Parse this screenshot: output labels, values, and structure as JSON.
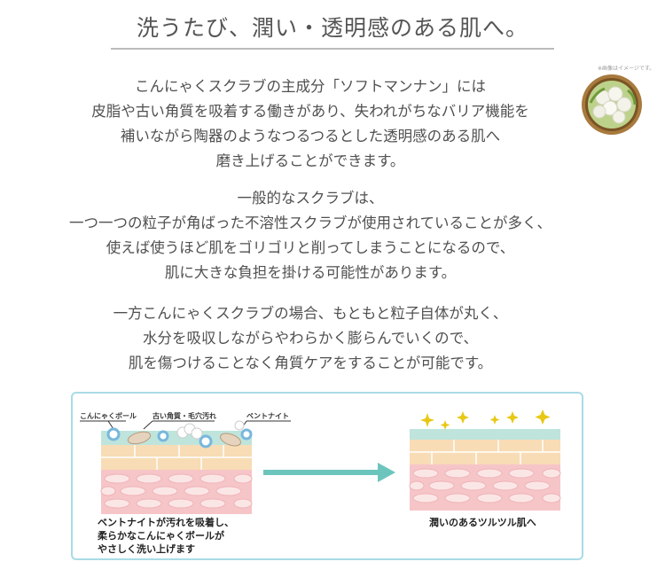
{
  "heading": "洗うたび、潤い・透明感のある肌へ。",
  "paragraphs": [
    [
      "こんにゃくスクラブの主成分「ソフトマンナン」には",
      "皮脂や古い角質を吸着する働きがあり、失われがちなバリア機能を",
      "補いながら陶器のようなつるつるとした透明感のある肌へ",
      "磨き上げることができます。"
    ],
    [
      "一般的なスクラブは、",
      "一つ一つの粒子が角ばった不溶性スクラブが使用されていることが多く、",
      "使えば使うほど肌をゴリゴリと削ってしまうことになるので、",
      "肌に大きな負担を掛ける可能性があります。"
    ],
    [
      "一方こんにゃくスクラブの場合、もともと粒子自体が丸く、",
      "水分を吸収しながらやわらかく膨らんでいくので、",
      "肌を傷つけることなく角質ケアをすることが可能です。"
    ]
  ],
  "photo": {
    "note": "※画像はイメージです。"
  },
  "diagram": {
    "labels": [
      "こんにゃくボール",
      "古い角質・毛穴汚れ",
      "ベントナイト"
    ],
    "before_caption": [
      "ベントナイトが汚れを吸着し、",
      "柔らかなこんにゃくボールが",
      "やさしく洗い上げます"
    ],
    "after_caption": "潤いのあるツルツル肌へ"
  },
  "colors": {
    "arrow": "#6cc5bd",
    "skin_top": "#bfe4dc",
    "skin_band": "#f8dcb5",
    "skin_cells": "#f6c5c8",
    "border": "#a9dbe6",
    "sparkle": "#e8c814"
  }
}
